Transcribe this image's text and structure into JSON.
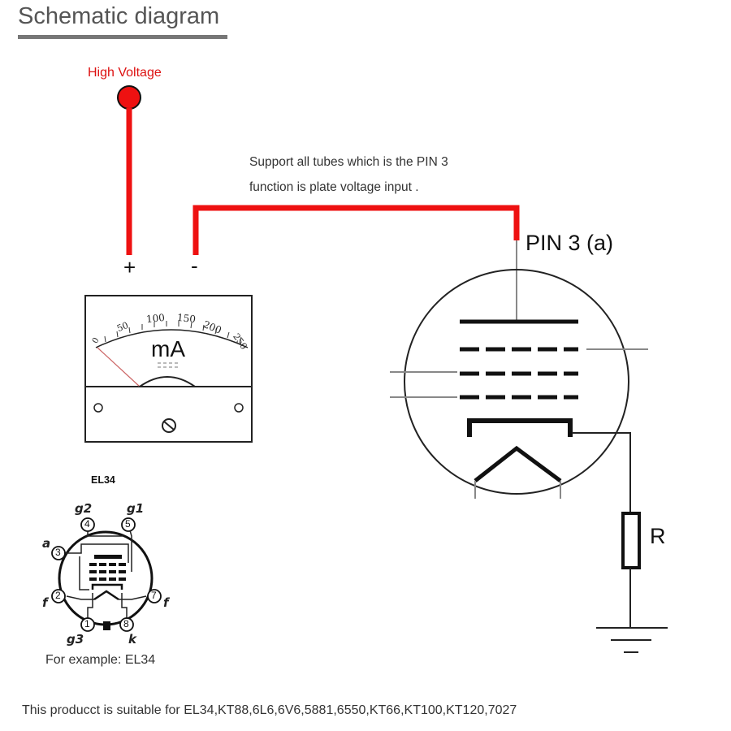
{
  "title": "Schematic diagram",
  "high_voltage_label": "High Voltage",
  "note_line1": "Support all tubes which is the PIN 3",
  "note_line2": "function is plate voltage input .",
  "pin_label": "PIN 3 (a)",
  "plus_sign": "+",
  "minus_sign": "-",
  "resistor_label": "R",
  "meter": {
    "unit": "mA",
    "scale": [
      "0",
      "50",
      "100",
      "150",
      "200",
      "250"
    ]
  },
  "el34": {
    "label": "EL34",
    "pins": [
      {
        "num": "1",
        "name": "g3"
      },
      {
        "num": "2",
        "name": "f"
      },
      {
        "num": "3",
        "name": "a"
      },
      {
        "num": "4",
        "name": "g2"
      },
      {
        "num": "5",
        "name": "g1"
      },
      {
        "num": "7",
        "name": "f"
      },
      {
        "num": "8",
        "name": "k"
      }
    ]
  },
  "example_caption": "For example: EL34",
  "footer": "This producct is suitable for EL34,KT88,6L6,6V6,5881,6550,KT66,KT100,KT120,7027",
  "colors": {
    "wire_red": "#ee1111",
    "title_gray": "#555555"
  }
}
